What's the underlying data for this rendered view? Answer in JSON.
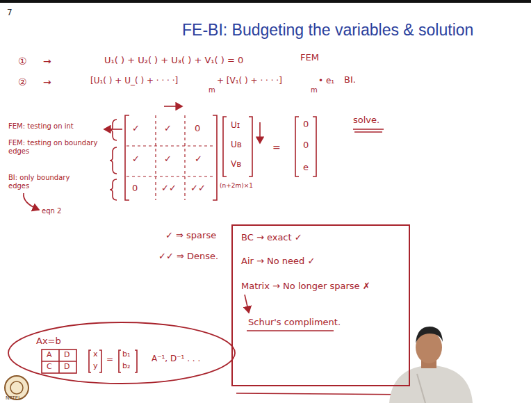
{
  "diagram": {
    "title": "FE-BI: Budgeting the variables & solution",
    "nodes": [
      {
        "text": [
          "BC → exact ✓",
          "Air → No need ✓",
          "Matrix → No longer sparse ✗",
          "Schur's compliment."
        ]
      },
      {
        "text": [
          "Ax=b"
        ]
      }
    ],
    "labels": [
      "7",
      "①",
      "→",
      "U₁( ) + U₂( ) + U₃( ) + V₁( ) = 0",
      "FEM",
      "②",
      "→",
      "[U₁( ) + U_( ) + · · · ·]",
      "m",
      "+ [V₁( ) + · · · ·]",
      "m",
      "• e₁",
      "BI.",
      "FEM: testing on int",
      "FEM: testing on boundary edges",
      "BI: only boundary edges",
      "eqn 2",
      "✓",
      "✓",
      "0",
      "✓",
      "✓",
      "✓",
      "0",
      "✓✓",
      "✓✓",
      "Uɪ",
      "Uʙ",
      "Vʙ",
      "(n+2m)×1",
      "=",
      "0",
      "0",
      "e",
      "solve.",
      "✓ ⇒ sparse",
      "✓✓ ⇒ Dense.",
      "A",
      "D",
      "C",
      "D",
      "x",
      "y",
      "=",
      "b₁",
      "b₂",
      "A⁻¹, D⁻¹ . . .",
      "NPTEL"
    ]
  }
}
